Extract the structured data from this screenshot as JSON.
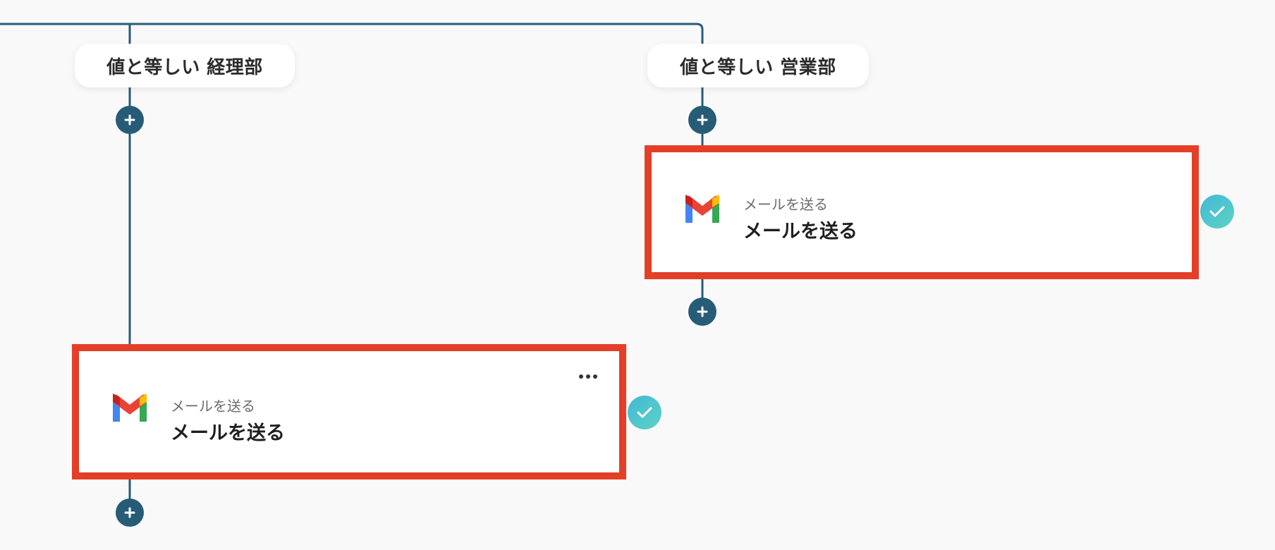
{
  "branches": [
    {
      "condition_label": "値と等しい 経理部",
      "action": {
        "service_label": "メールを送る",
        "title": "メールを送る"
      }
    },
    {
      "condition_label": "値と等しい 営業部",
      "action": {
        "service_label": "メールを送る",
        "title": "メールを送る"
      }
    }
  ],
  "icons": {
    "add": "plus-icon",
    "action_app": "gmail-icon",
    "status": "check-icon",
    "menu": "more-horizontal-icon"
  },
  "colors": {
    "connector": "#275c77",
    "highlight": "#e63f27",
    "check_badge": "#4cc4d0"
  }
}
